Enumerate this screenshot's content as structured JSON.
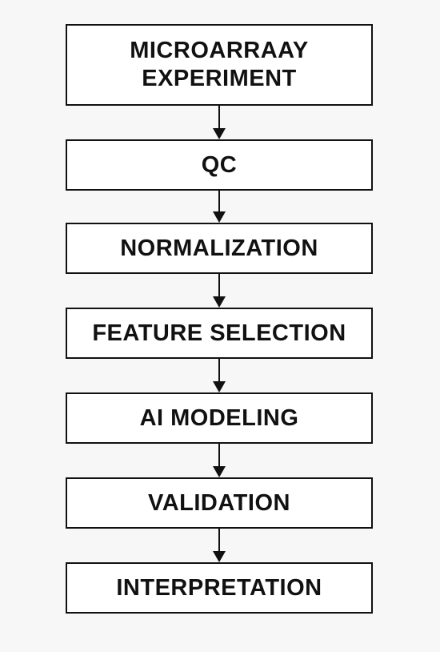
{
  "steps": [
    {
      "label": "MICROARRAAY\nEXPERIMENT"
    },
    {
      "label": "QC"
    },
    {
      "label": "NORMALIZATION"
    },
    {
      "label": "FEATURE SELECTION"
    },
    {
      "label": "AI MODELING"
    },
    {
      "label": "VALIDATION"
    },
    {
      "label": "INTERPRETATION"
    }
  ]
}
